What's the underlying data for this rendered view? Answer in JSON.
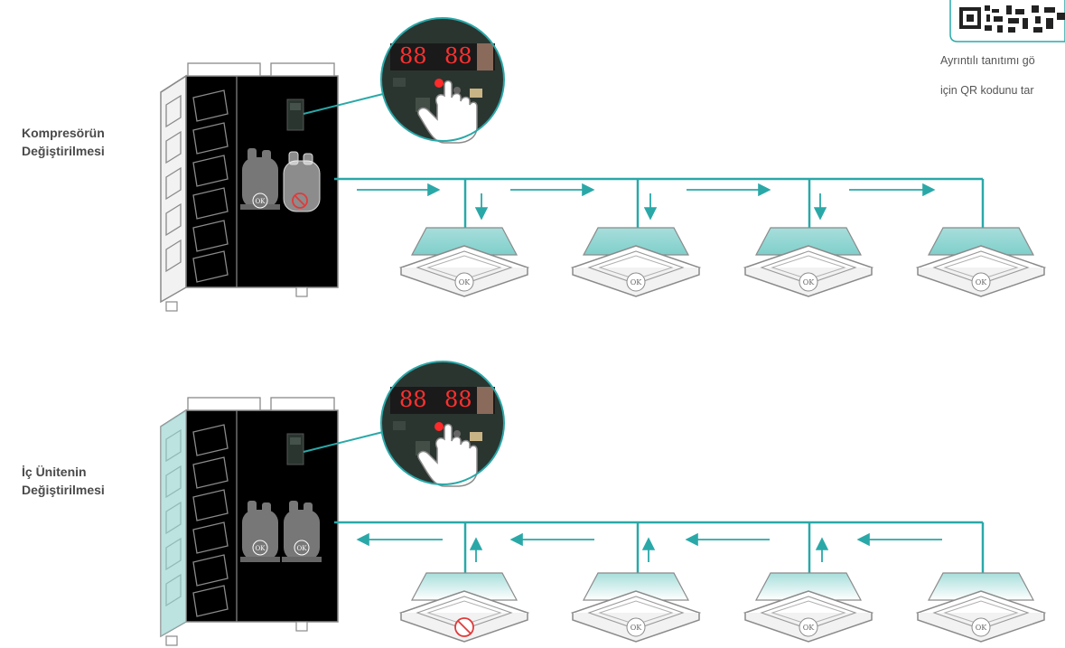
{
  "sections": [
    {
      "label_line1": "Kompresörün",
      "label_line2": "Değiştirilmesi",
      "ok_mark": "OK"
    },
    {
      "label_line1": "İç Ünitenin",
      "label_line2": "Değiştirilmesi",
      "ok_mark": "OK"
    }
  ],
  "qr": {
    "caption_line1": "Ayrıntılı tanıtımı gö",
    "caption_line2": "için QR kodunu tar"
  },
  "colors": {
    "pipe": "#2aa8a8",
    "unit_fill": "#9ad8d6",
    "outline": "#8a8a8a",
    "prohibit": "#e03a3a",
    "led": "#ff3030",
    "board": "#2b3530"
  },
  "icons": [
    "qr-code-icon",
    "hand-pointer-icon",
    "prohibited-icon",
    "flow-arrow-icon"
  ]
}
